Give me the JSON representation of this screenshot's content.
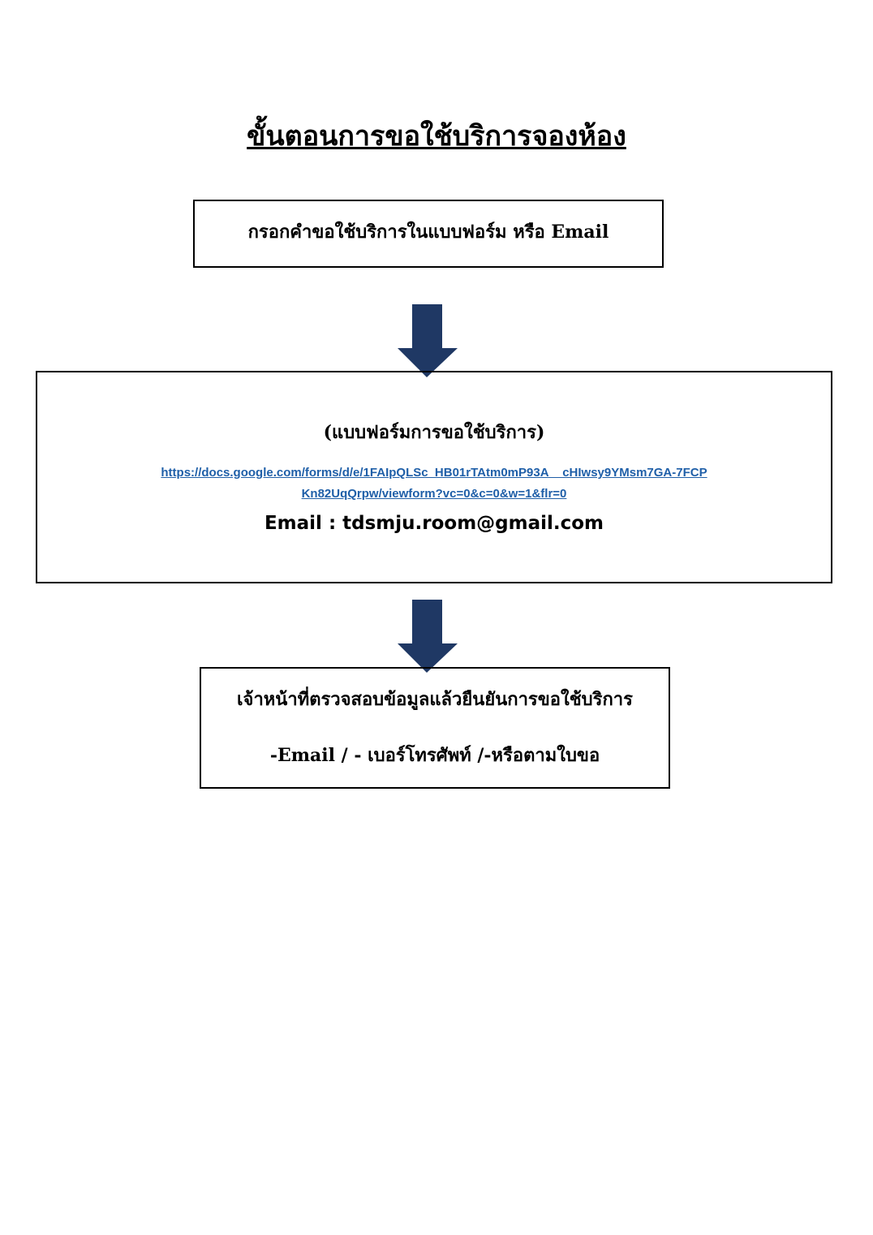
{
  "title": "ขั้นตอนการขอใช้บริการจองห้อง",
  "step1": {
    "text": "กรอกคำขอใช้บริการในแบบฟอร์ม หรือ Email"
  },
  "step2": {
    "heading": "(แบบฟอร์มการขอใช้บริการ)",
    "link": "https://docs.google.com/forms/d/e/1FAIpQLSc_HB01rTAtm0mP93A__cHIwsy9YMsm7GA-7FCPKn82UqQrpw/viewform?vc=0&c=0&w=1&flr=0",
    "email": "Email : tdsmju.room@gmail.com"
  },
  "step3": {
    "text": "เจ้าหน้าที่ตรวจสอบข้อมูลแล้วยืนยันการขอใช้บริการ",
    "channels": "-Email / - เบอร์โทรศัพท์ /-หรือตามใบขอ"
  },
  "colors": {
    "arrow": "#1f3864",
    "link": "#1f5fa8"
  }
}
